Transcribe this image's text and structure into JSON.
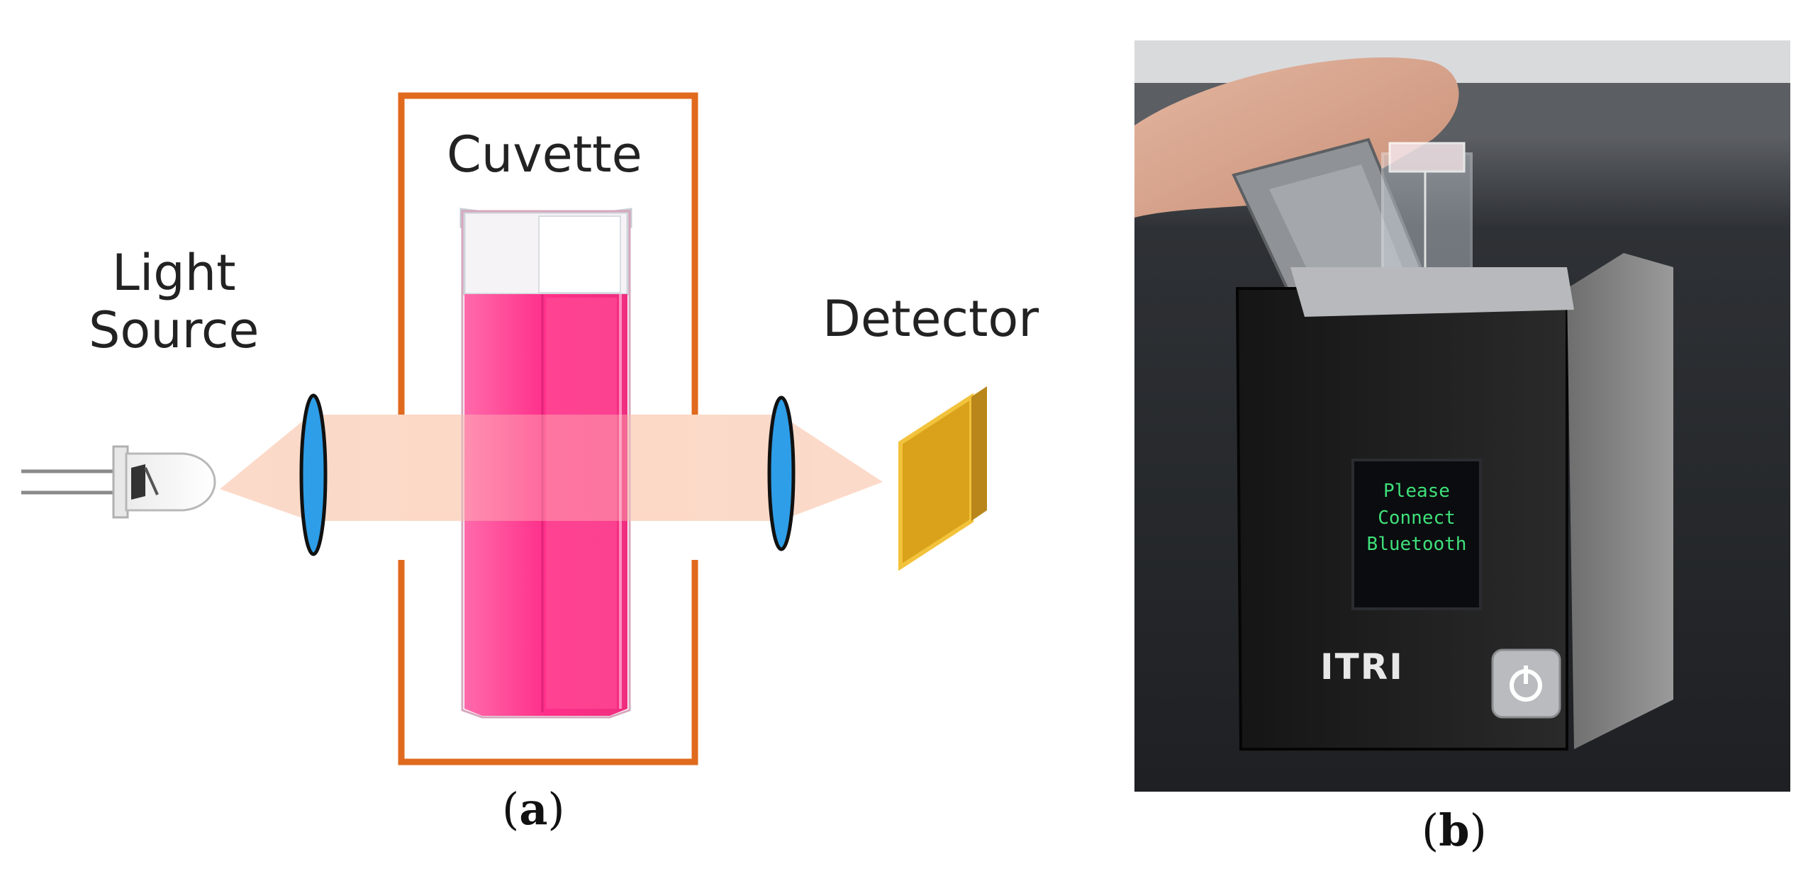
{
  "panel_a": {
    "labels": {
      "cuvette": "Cuvette",
      "light_source": "Light\nSource",
      "detector": "Detector"
    },
    "caption": {
      "open": "(",
      "letter": "a",
      "close": ")"
    }
  },
  "panel_b": {
    "screen_text": "Please\nConnect\nBluetooth",
    "brand": "ITRI",
    "caption": {
      "open": "(",
      "letter": "b",
      "close": ")"
    }
  },
  "colors": {
    "frame": "#e06a1e",
    "liquid": "#ff2f8a",
    "lens": "#2e9ee8",
    "beam": "#fbd3bf",
    "detector": "#d9a21a",
    "screen_text": "#3fe07a"
  }
}
